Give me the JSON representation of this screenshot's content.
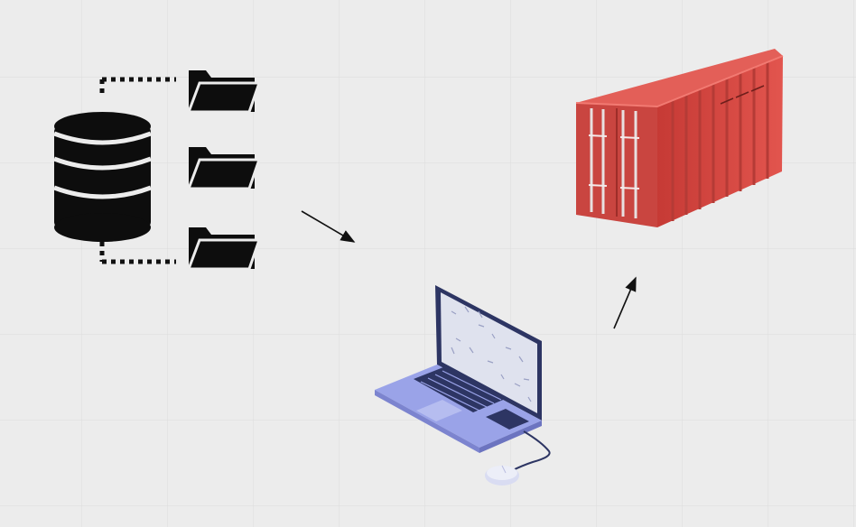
{
  "diagram": {
    "nodes": [
      {
        "id": "database",
        "icon": "database-icon"
      },
      {
        "id": "folder-1",
        "icon": "folder-icon"
      },
      {
        "id": "folder-2",
        "icon": "folder-icon"
      },
      {
        "id": "folder-3",
        "icon": "folder-icon"
      },
      {
        "id": "laptop",
        "icon": "laptop-icon"
      },
      {
        "id": "mouse",
        "icon": "mouse-icon"
      },
      {
        "id": "container",
        "icon": "shipping-container-icon"
      }
    ],
    "edges": [
      {
        "from": "database",
        "to": "folder-1",
        "style": "dotted"
      },
      {
        "from": "database",
        "to": "folder-3",
        "style": "dotted"
      },
      {
        "from": "database",
        "to": "laptop",
        "style": "arrow"
      },
      {
        "from": "laptop",
        "to": "container",
        "style": "arrow"
      },
      {
        "from": "laptop",
        "to": "mouse",
        "style": "cable"
      }
    ],
    "colors": {
      "background": "#ececec",
      "grid": "#dcdcdc",
      "icon_dark": "#0d0d0d",
      "container_red": "#d94a44",
      "container_dark": "#a52f2b",
      "laptop_body": "#9aa3e8",
      "laptop_screen": "#dfe2ee",
      "laptop_frame": "#2d3563"
    }
  }
}
